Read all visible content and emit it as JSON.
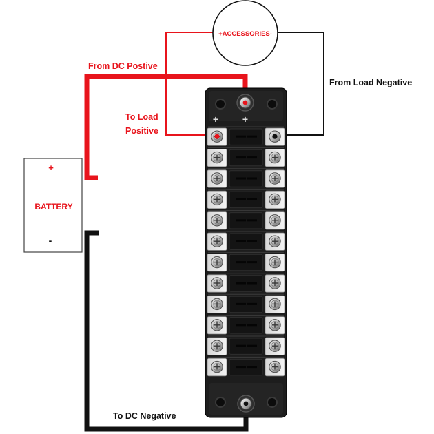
{
  "labels": {
    "accessories": "+ACCESSORIES-",
    "from_dc_positive": "From DC Postive",
    "from_load_negative": "From Load Negative",
    "to_load_line1": "To Load",
    "to_load_line2": "Positive",
    "battery_plus": "+",
    "battery": "BATTERY",
    "battery_minus": "-",
    "to_dc_negative": "To DC Negative",
    "block_plus_left": "+",
    "block_plus_right": "+"
  },
  "colors": {
    "positive_wire": "#e8141c",
    "negative_wire": "#111111",
    "label_red": "#e8141c",
    "label_black": "#111111"
  },
  "fuse_block": {
    "circuits": 12
  }
}
